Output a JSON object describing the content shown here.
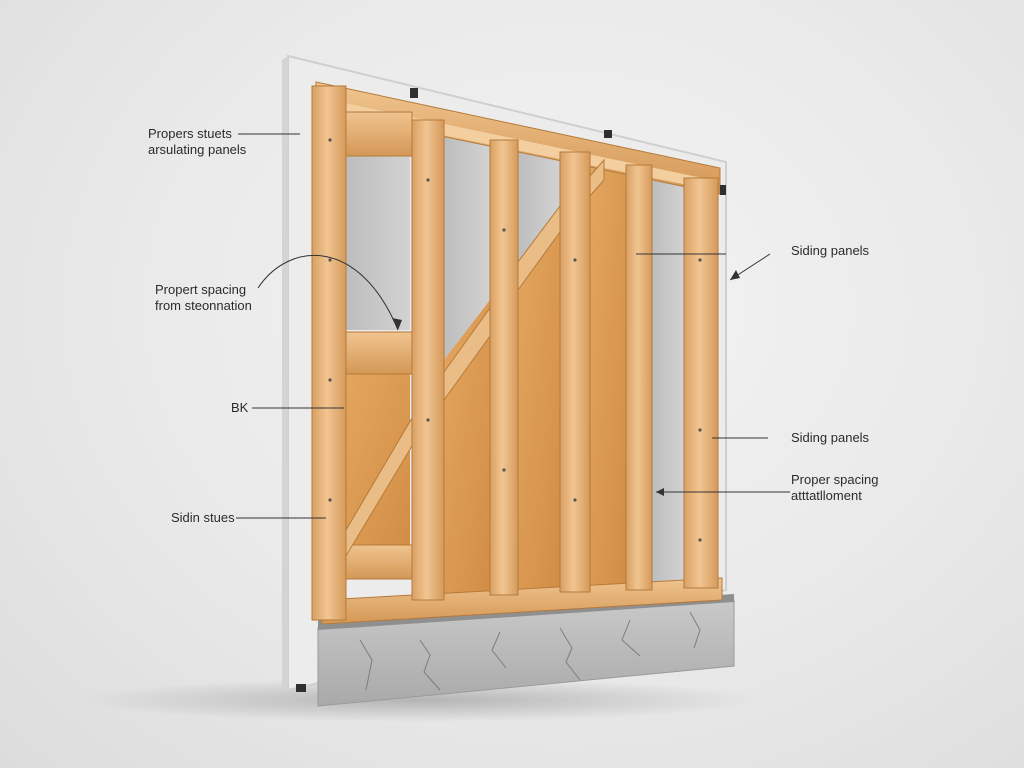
{
  "callouts": {
    "top_left": {
      "line1": "Propers stuets",
      "line2": "arsulating panels"
    },
    "mid_left": {
      "line1": "Propert spacing",
      "line2": "from steonnation"
    },
    "bk": {
      "text": "BK"
    },
    "bottom_left": {
      "text": "Sidin stues"
    },
    "right_upper": {
      "text": "Siding panels"
    },
    "right_middle": {
      "text": "Siding panels"
    },
    "right_lower": {
      "line1": "Proper spacing",
      "line2": "atttatlloment"
    }
  },
  "colors": {
    "wood": "#e8b478",
    "wood_dark": "#c98a45",
    "osb": "#dc9c52",
    "insulation": "#c6c6c6",
    "sheathing": "#efefef",
    "concrete": "#b9b9b9",
    "leader": "#333333"
  }
}
